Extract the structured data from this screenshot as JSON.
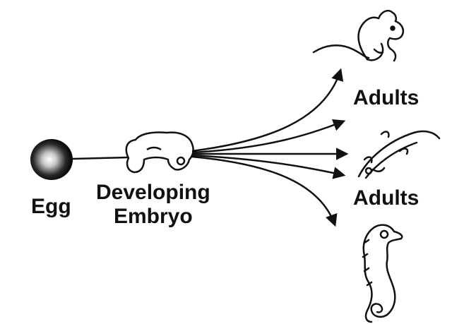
{
  "labels": {
    "egg": "Egg",
    "embryo_line1": "Developing",
    "embryo_line2": "Embryo",
    "adults_top": "Adults",
    "adults_mid": "Adults"
  },
  "icons": {
    "egg": "egg-icon",
    "embryo": "embryo-icon",
    "adult_top": "mouse-icon",
    "adult_mid": "salamander-icon",
    "adult_bottom": "seahorse-icon"
  },
  "colors": {
    "ink": "#111111",
    "background": "#ffffff"
  }
}
